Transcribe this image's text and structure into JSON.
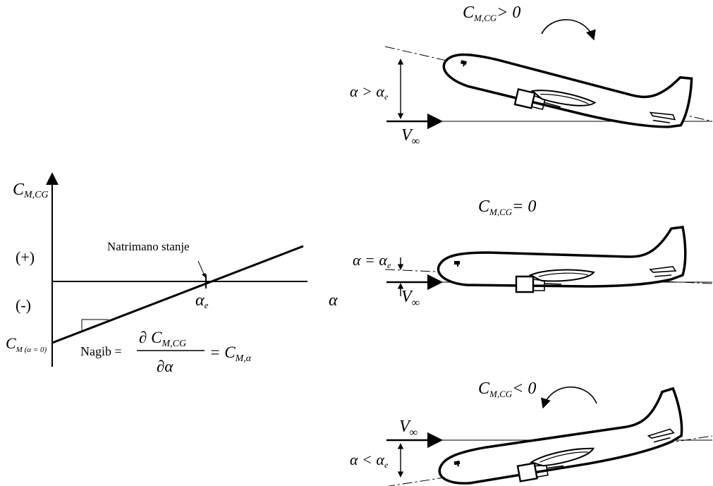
{
  "graph": {
    "y_axis_label": "C",
    "y_axis_sub": "M,CG",
    "x_axis_label": "α",
    "positive_sign": "(+)",
    "negative_sign": "(-)",
    "trim_label": "Natrimano stanje",
    "alpha_e_label": "α",
    "alpha_e_sub": "e",
    "intercept_main": "C",
    "intercept_sub": "M (α = 0)",
    "slope_word": "Nagib =",
    "slope_numerator": "∂ C",
    "slope_numerator_sub": "M,CG",
    "slope_denominator": "∂α",
    "slope_equals": "= C",
    "slope_result_sub": "M,α"
  },
  "top_case": {
    "moment_main": "C",
    "moment_sub": "M,CG",
    "moment_relation": "> 0",
    "alpha_main": "α >",
    "alpha_ref": "α",
    "alpha_ref_sub": "e",
    "velocity": "V",
    "velocity_sub": "∞"
  },
  "middle_case": {
    "moment_main": "C",
    "moment_sub": "M,CG",
    "moment_relation": "= 0",
    "alpha_main": "α =",
    "alpha_ref": "α",
    "alpha_ref_sub": "e",
    "velocity": "V",
    "velocity_sub": "∞"
  },
  "bottom_case": {
    "moment_main": "C",
    "moment_sub": "M,CG",
    "moment_relation": "< 0",
    "alpha_main": "α <",
    "alpha_ref": "α",
    "alpha_ref_sub": "e",
    "velocity": "V",
    "velocity_sub": "∞"
  }
}
